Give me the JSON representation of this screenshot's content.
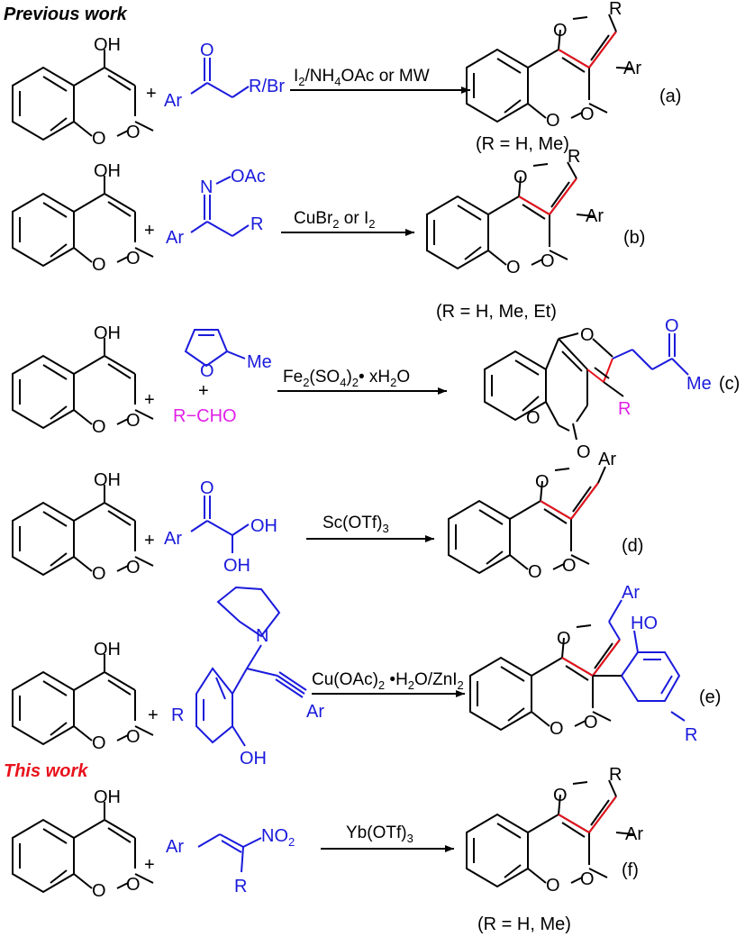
{
  "headings": {
    "previous": "Previous work",
    "this": "This work"
  },
  "colors": {
    "black": "#000000",
    "blue": "#1a1adc",
    "red": "#e8121c",
    "magenta": "#e020e8"
  },
  "common": {
    "OH": "OH",
    "O": "O",
    "plus": "+",
    "Ar": "Ar",
    "R": "R",
    "Me": "Me",
    "N": "N"
  },
  "a": {
    "reagent_RBr": "R/Br",
    "cond_I": "I",
    "cond_sub": "2",
    "cond_rest": "/NH",
    "cond_sub2": "4",
    "cond_tail": "OAc or MW",
    "tag": "(a)",
    "note": "(R = H, Me)"
  },
  "b": {
    "OAc": "OAc",
    "cond_1": "CuBr",
    "cond_sub": "2",
    "cond_2": " or I",
    "cond_sub2": "2",
    "tag": "(b)",
    "note": "(R = H, Me, Et)"
  },
  "c": {
    "aldehyde": "R−CHO",
    "cond_1": "Fe",
    "cond_sub1": "2",
    "cond_2": "(SO",
    "cond_sub2": "4",
    "cond_3": ")",
    "cond_sub3": "2",
    "cond_4": "• xH",
    "cond_sub4": "2",
    "cond_5": "O",
    "tag": "(c)"
  },
  "d": {
    "cond": "Sc(OTf)",
    "cond_sub": "3",
    "tag": "(d)"
  },
  "e": {
    "cond_1": "Cu(OAc)",
    "cond_sub1": "2",
    "cond_2": " •H",
    "cond_sub2": "2",
    "cond_3": "O/ZnI",
    "cond_sub3": "2",
    "HO": "HO",
    "tag": "(e)"
  },
  "f": {
    "NO2": "NO",
    "NO2_sub": "2",
    "cond": "Yb(OTf)",
    "cond_sub": "3",
    "tag": "(f)",
    "note": "(R = H, Me)"
  }
}
